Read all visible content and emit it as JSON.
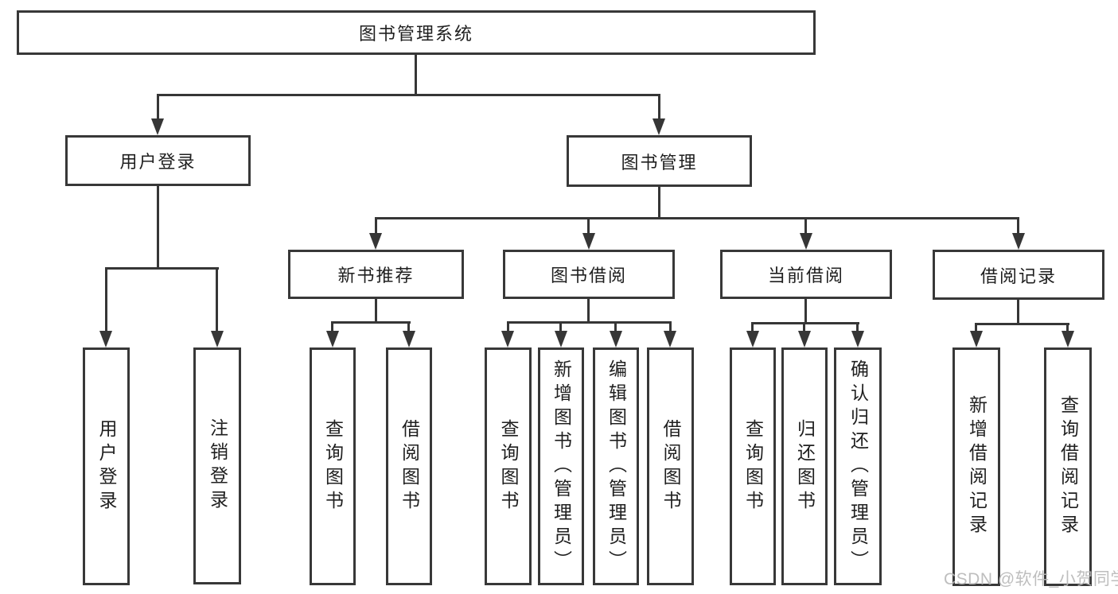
{
  "nodes": {
    "root": "图书管理系统",
    "user_login": "用户登录",
    "book_mgmt": "图书管理",
    "new_book_rec": "新书推荐",
    "book_borrow": "图书借阅",
    "current_borrow": "当前借阅",
    "borrow_record": "借阅记录",
    "leaf_user_login": "用户登录",
    "leaf_logout": "注销登录",
    "leaf_query_book_a": "查询图书",
    "leaf_borrow_book_a": "借阅图书",
    "leaf_query_book_b": "查询图书",
    "leaf_add_book_admin": "新增图书（管理员）",
    "leaf_edit_book_admin": "编辑图书（管理员）",
    "leaf_borrow_book_b": "借阅图书",
    "leaf_query_book_c": "查询图书",
    "leaf_return_book": "归还图书",
    "leaf_confirm_return_admin": "确认归还（管理员）",
    "leaf_add_borrow_record": "新增借阅记录",
    "leaf_query_borrow_record": "查询借阅记录"
  },
  "watermark": "CSDN @软件_小贺同学",
  "colors": {
    "line": "#363636",
    "box_border": "#383838",
    "text": "#1f1f1f",
    "watermark": "#b9b9b9",
    "background": "#ffffff"
  }
}
